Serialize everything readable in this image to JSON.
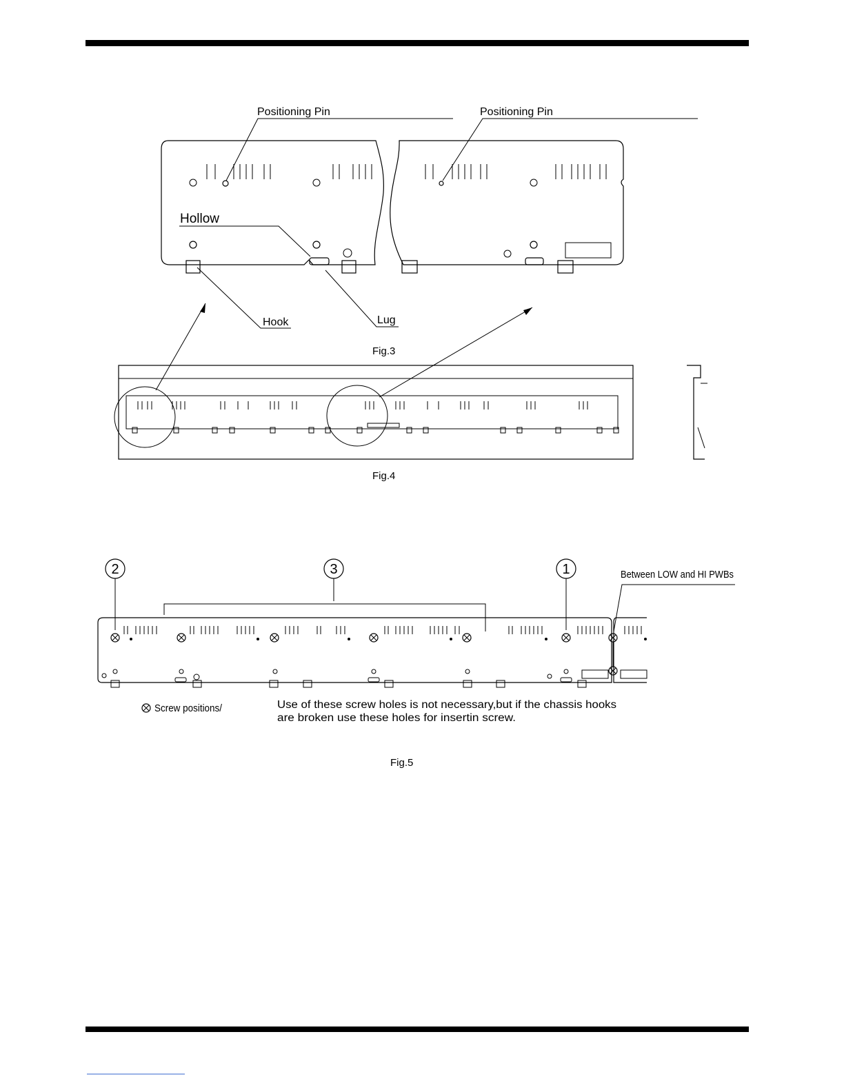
{
  "figure3": {
    "caption": "Fig.3",
    "labels": {
      "positioning_pin_left": "Positioning Pin",
      "positioning_pin_right": "Positioning Pin",
      "hollow": "Hollow",
      "hook": "Hook",
      "lug": "Lug"
    }
  },
  "figure4": {
    "caption": "Fig.4"
  },
  "figure5": {
    "caption": "Fig.5",
    "markers": [
      "2",
      "3",
      "1"
    ],
    "between_label": "Between LOW and HI PWBs",
    "legend_text": "Screw positions/",
    "note_line1": "Use of these screw holes is not necessary,but if the chassis hooks",
    "note_line2": "are broken use these holes for insertin   screw."
  },
  "colors": {
    "ink": "#000000",
    "background": "#ffffff",
    "footer_link": "#3366cc"
  }
}
